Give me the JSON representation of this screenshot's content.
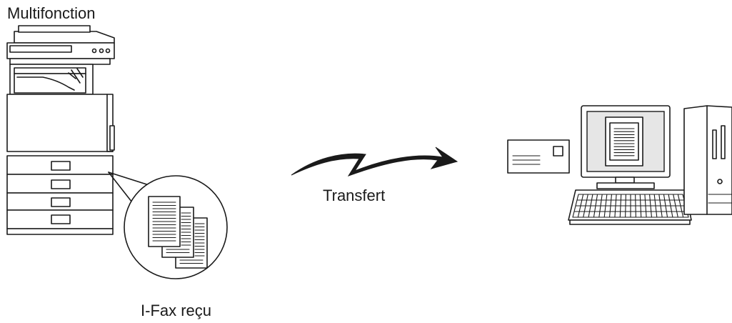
{
  "labels": {
    "mfp": "Multifonction",
    "transfer": "Transfert",
    "received": "I-Fax reçu"
  },
  "icons": {
    "mfp": "multifunction-printer-icon",
    "documents": "received-documents-icon",
    "arrow": "transfer-arrow-icon",
    "envelope": "email-envelope-icon",
    "computer": "desktop-computer-icon"
  },
  "colors": {
    "line": "#1a1a1a",
    "background": "#ffffff"
  }
}
